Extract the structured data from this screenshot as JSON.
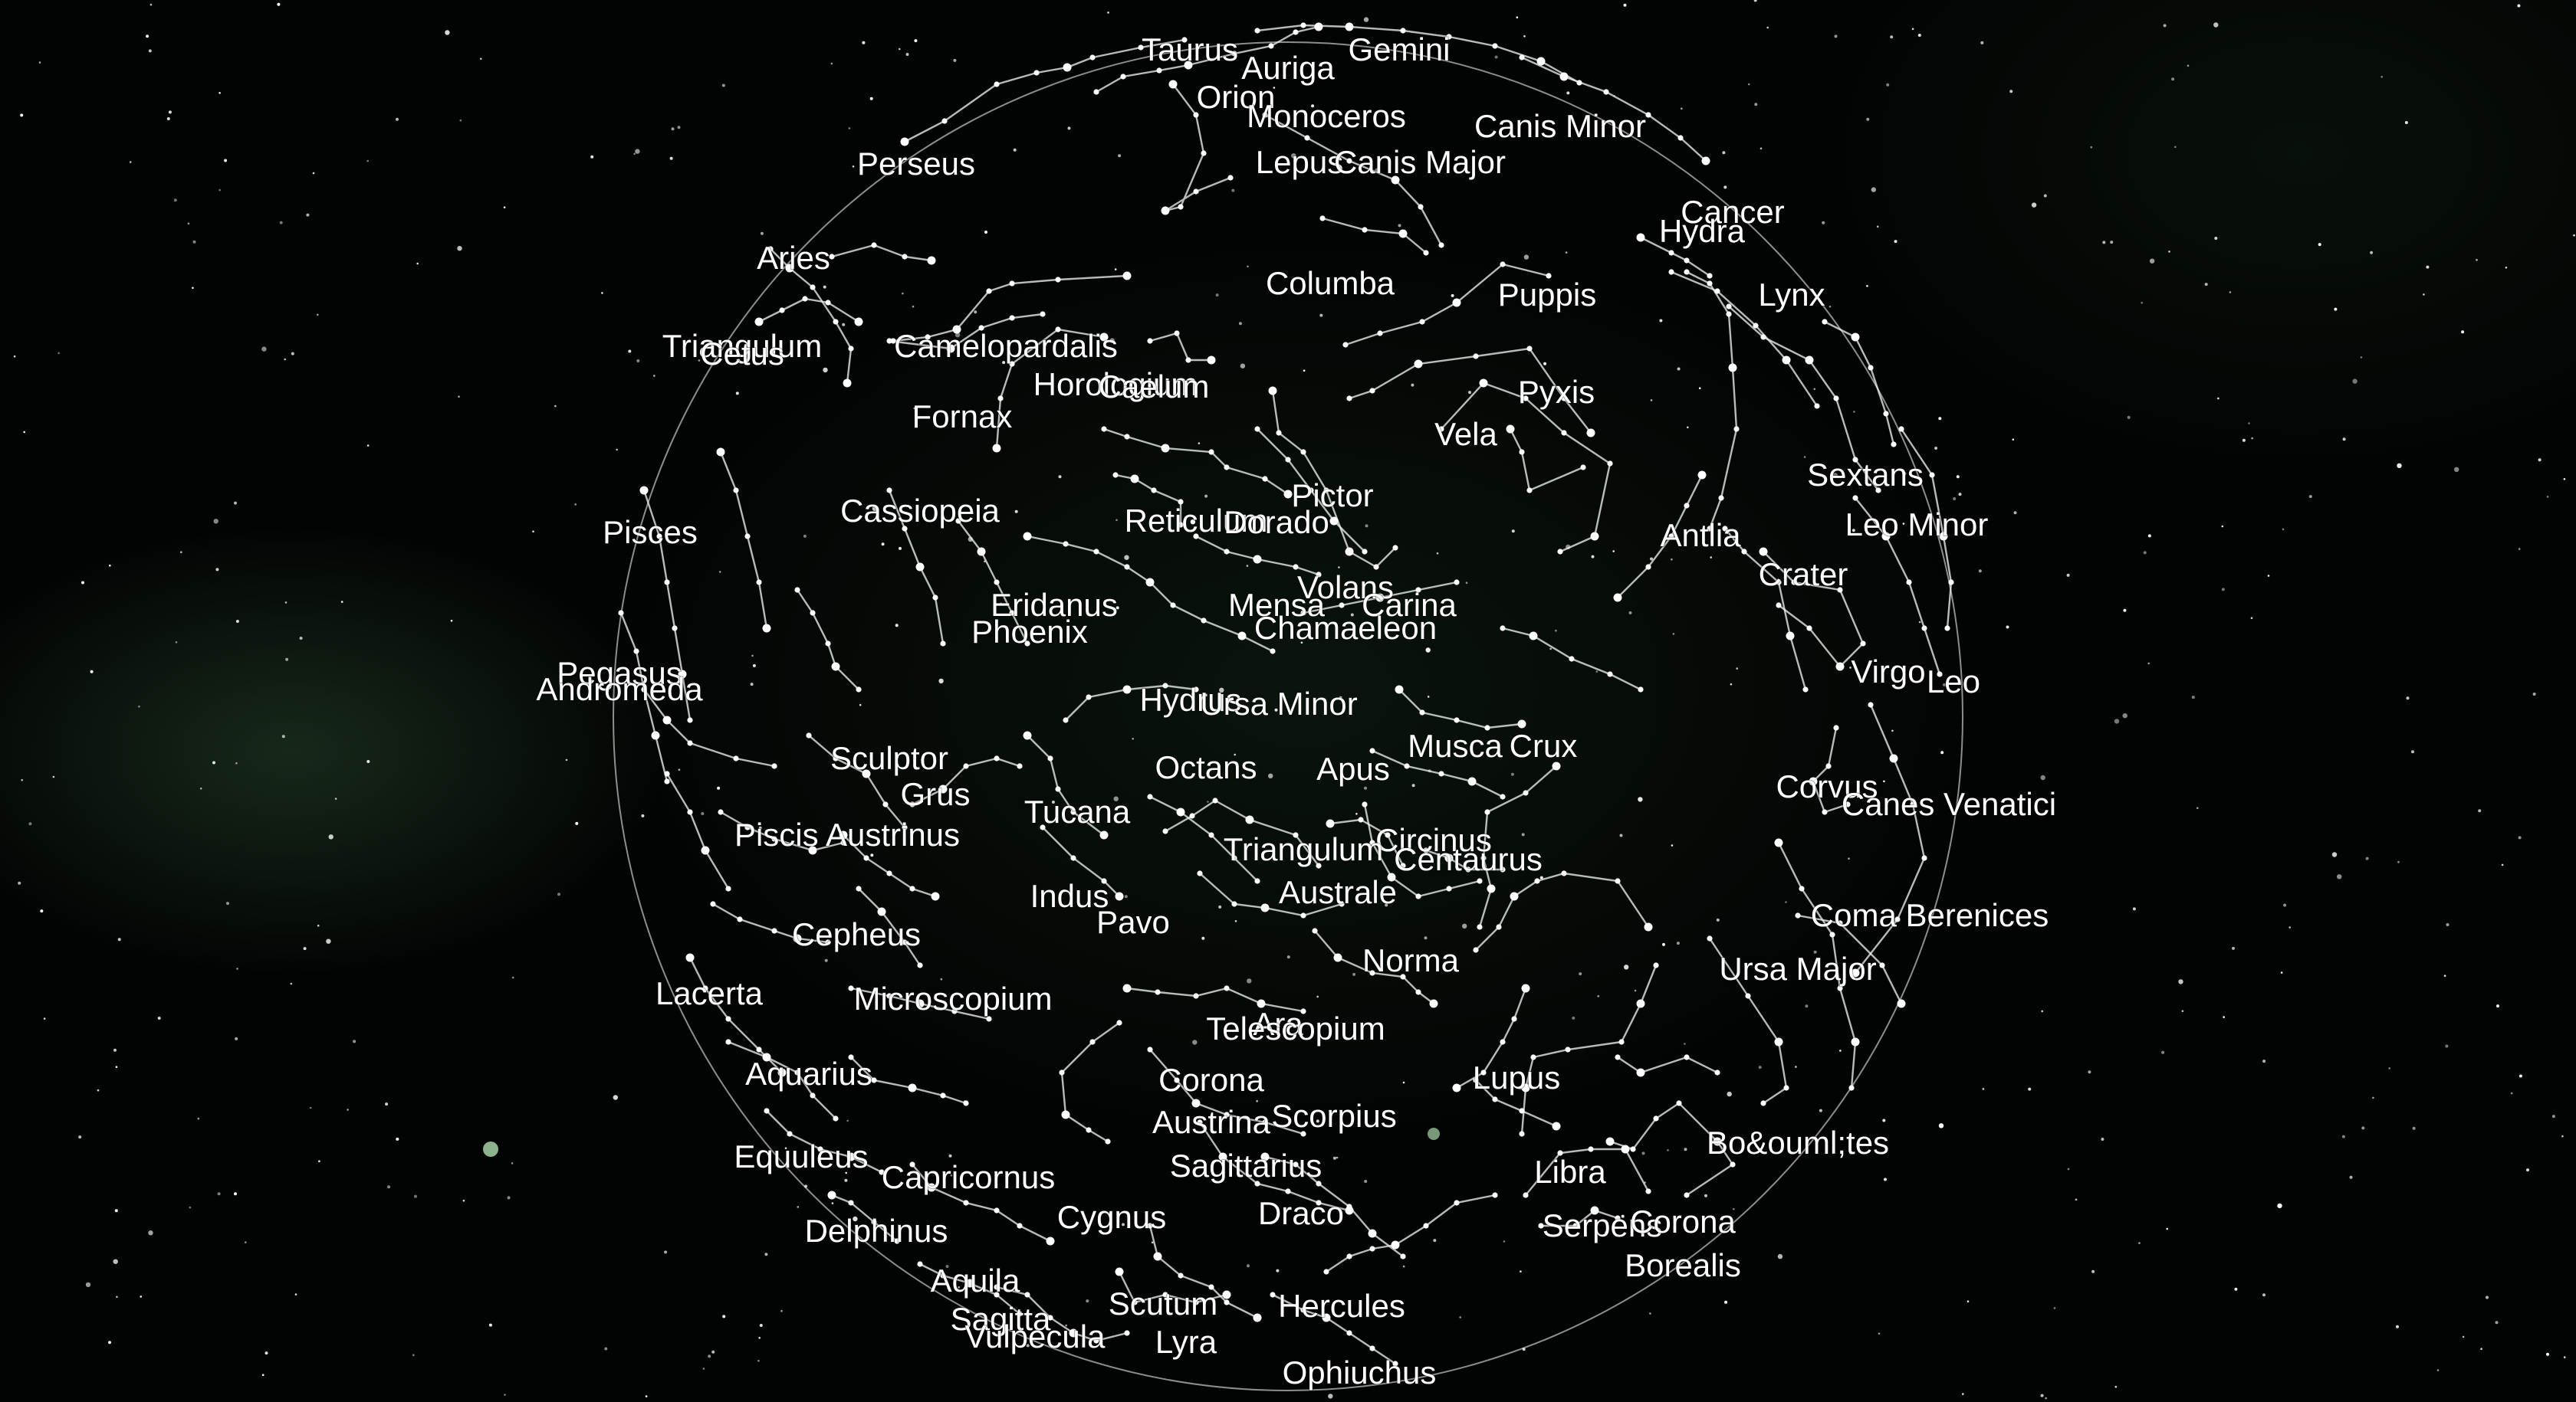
{
  "view": {
    "title": "",
    "background_color": "#020403",
    "label_color": "#ffffff",
    "line_color": "#ebf0eb"
  },
  "constellations": [
    {
      "name": "Taurus"
    },
    {
      "name": "Auriga"
    },
    {
      "name": "Gemini"
    },
    {
      "name": "Orion"
    },
    {
      "name": "Monoceros"
    },
    {
      "name": "Canis Minor"
    },
    {
      "name": "Perseus"
    },
    {
      "name": "Lepus"
    },
    {
      "name": "Canis Major"
    },
    {
      "name": "Cancer"
    },
    {
      "name": "Hydra"
    },
    {
      "name": "Aries"
    },
    {
      "name": "Columba"
    },
    {
      "name": "Puppis"
    },
    {
      "name": "Lynx"
    },
    {
      "name": "Triangulum"
    },
    {
      "name": "Cetus"
    },
    {
      "name": "Camelopardalis"
    },
    {
      "name": "Horologium"
    },
    {
      "name": "Caelum"
    },
    {
      "name": "Pyxis"
    },
    {
      "name": "Fornax"
    },
    {
      "name": "Vela"
    },
    {
      "name": "Sextans"
    },
    {
      "name": "Pictor"
    },
    {
      "name": "Cassiopeia"
    },
    {
      "name": "Reticulum"
    },
    {
      "name": "Dorado"
    },
    {
      "name": "Leo Minor"
    },
    {
      "name": "Pisces"
    },
    {
      "name": "Antlia"
    },
    {
      "name": "Crater"
    },
    {
      "name": "Volans"
    },
    {
      "name": "Eridanus"
    },
    {
      "name": "Mensa"
    },
    {
      "name": "Carina"
    },
    {
      "name": "Phoenix"
    },
    {
      "name": "Chamaeleon"
    },
    {
      "name": "Pegasus"
    },
    {
      "name": "Virgo"
    },
    {
      "name": "Leo"
    },
    {
      "name": "Andromeda"
    },
    {
      "name": "Hydrus"
    },
    {
      "name": "Ursa Minor"
    },
    {
      "name": "Sculptor"
    },
    {
      "name": "Octans"
    },
    {
      "name": "Apus"
    },
    {
      "name": "Musca"
    },
    {
      "name": "Crux"
    },
    {
      "name": "Grus"
    },
    {
      "name": "Corvus"
    },
    {
      "name": "Canes Venatici"
    },
    {
      "name": "Tucana"
    },
    {
      "name": "Piscis Austrinus"
    },
    {
      "name": "Circinus"
    },
    {
      "name": "Triangulum"
    },
    {
      "name": "Centaurus"
    },
    {
      "name": "Australe"
    },
    {
      "name": "Indus"
    },
    {
      "name": "Coma Berenices"
    },
    {
      "name": "Pavo"
    },
    {
      "name": "Cepheus"
    },
    {
      "name": "Norma"
    },
    {
      "name": "Ursa Major"
    },
    {
      "name": "Lacerta"
    },
    {
      "name": "Microscopium"
    },
    {
      "name": "Ara"
    },
    {
      "name": "Telescopium"
    },
    {
      "name": "Aquarius"
    },
    {
      "name": "Corona"
    },
    {
      "name": "Lupus"
    },
    {
      "name": "Scorpius"
    },
    {
      "name": "Austrina"
    },
    {
      "name": "Bo&ouml;tes"
    },
    {
      "name": "Equuleus"
    },
    {
      "name": "Sagittarius"
    },
    {
      "name": "Capricornus"
    },
    {
      "name": "Libra"
    },
    {
      "name": "Cygnus"
    },
    {
      "name": "Draco"
    },
    {
      "name": "Delphinus"
    },
    {
      "name": "Serpens"
    },
    {
      "name": "Corona"
    },
    {
      "name": "Borealis"
    },
    {
      "name": "Aquila"
    },
    {
      "name": "Scutum"
    },
    {
      "name": "Hercules"
    },
    {
      "name": "Sagitta"
    },
    {
      "name": "Vulpecula"
    },
    {
      "name": "Lyra"
    },
    {
      "name": "Ophiuchus"
    }
  ]
}
